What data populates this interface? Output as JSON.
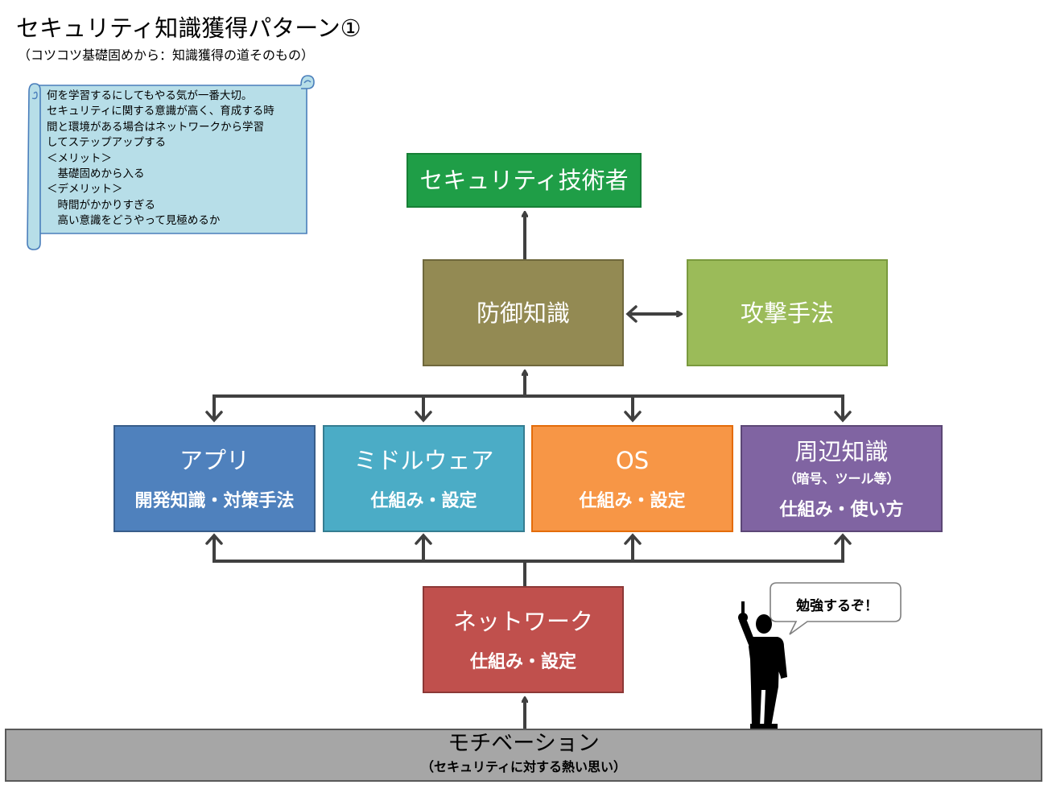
{
  "header": {
    "title": "セキュリティ知識獲得パターン①",
    "subtitle": "（コツコツ基礎固めから：知識獲得の道そのもの）"
  },
  "note": {
    "text": "何を学習するにしてもやる気が一番大切。\nセキュリティに関する意識が高く、育成する時\n間と環境がある場合はネットワークから学習\nしてステップアップする\n＜メリット＞\n　基礎固めから入る\n＜デメリット＞\n　時間がかかりすぎる\n　高い意識をどうやって見極めるか"
  },
  "boxes": {
    "engineer": {
      "label": "セキュリティ技術者"
    },
    "defense": {
      "label": "防御知識"
    },
    "attack": {
      "label": "攻撃手法"
    },
    "app": {
      "label": "アプリ",
      "sub": "開発知識・対策手法"
    },
    "middleware": {
      "label": "ミドルウェア",
      "sub": "仕組み・設定"
    },
    "os": {
      "label": "OS",
      "sub": "仕組み・設定"
    },
    "peripheral": {
      "label": "周辺知識",
      "paren": "（暗号、ツール等）",
      "sub": "仕組み・使い方"
    },
    "network": {
      "label": "ネットワーク",
      "sub": "仕組み・設定"
    },
    "motivation": {
      "label": "モチベーション",
      "paren": "（セキュリティに対する熱い思い）"
    }
  },
  "speech": {
    "text": "勉強するぞ！"
  },
  "colors": {
    "engineer": "#1f9e47",
    "defense": "#938a53",
    "attack": "#9bbb59",
    "app": "#4f81bd",
    "middleware": "#4bacc6",
    "os": "#f79646",
    "peripheral": "#8064a2",
    "network": "#c0504d",
    "motivation": "#a6a6a6",
    "scroll": "#b7dee8",
    "connector": "#404040"
  },
  "icons": {
    "scroll": "scroll-icon",
    "person": "pointing-man-silhouette-icon"
  }
}
